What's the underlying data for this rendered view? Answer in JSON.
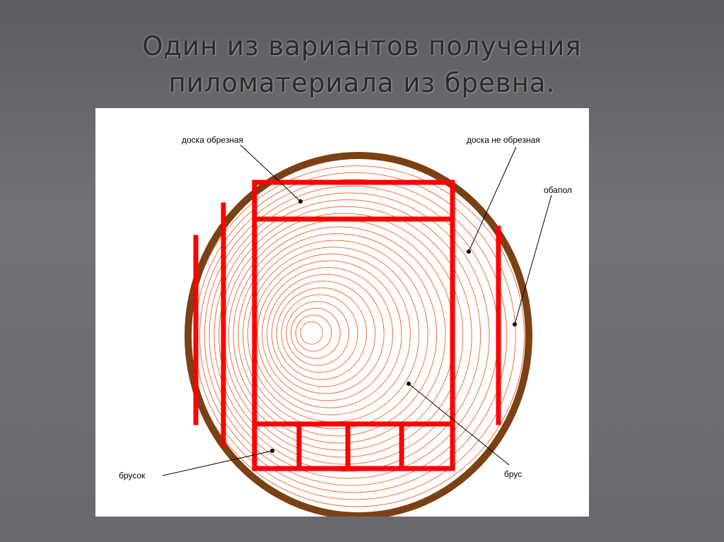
{
  "title": {
    "line1": "Один из вариантов получения",
    "line2": "пиломатериала из бревна."
  },
  "labels": {
    "edged_board": "доска обрезная",
    "unedged_board": "доска не обрезная",
    "slab": "обапол",
    "bar": "брусок",
    "beam": "брус"
  },
  "colors": {
    "bark": "#7b4013",
    "rings": "#f07040",
    "cuts": "#ff0000",
    "panel": "#ffffff",
    "background": "#6a686e"
  }
}
